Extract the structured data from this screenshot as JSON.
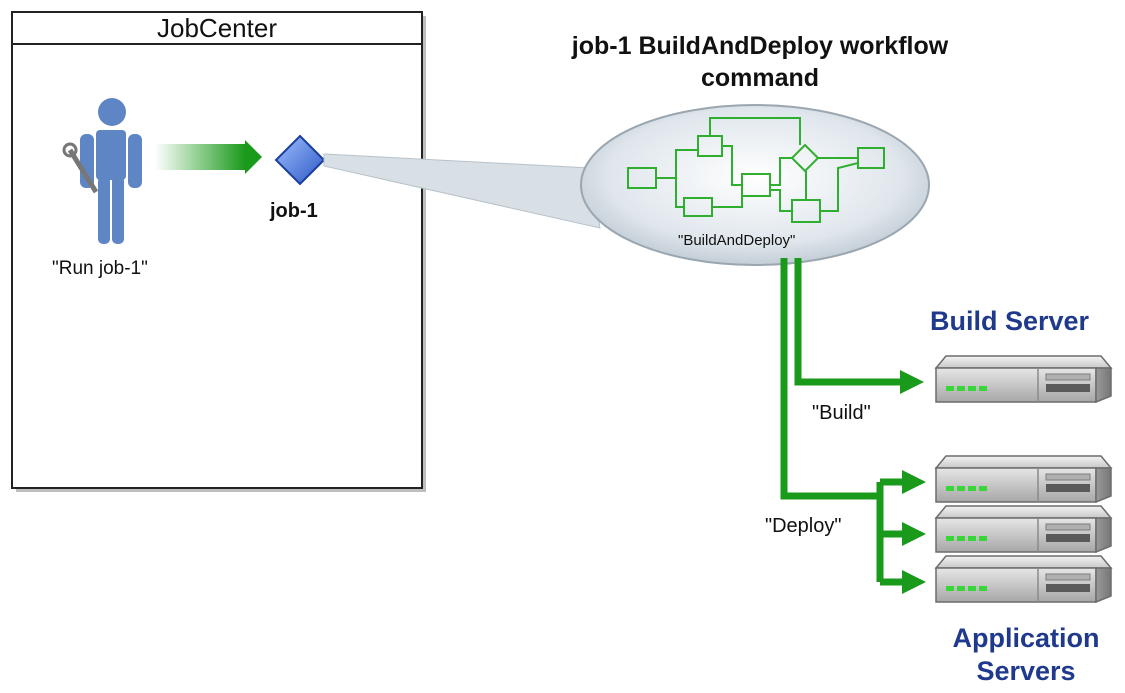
{
  "job_center": {
    "title": "JobCenter",
    "user_caption": "\"Run job-1\"",
    "job_label": "job-1"
  },
  "workflow": {
    "title": "job-1 BuildAndDeploy workflow command",
    "caption": "\"BuildAndDeploy\""
  },
  "build_server": {
    "label": "Build Server",
    "flow_label": "\"Build\""
  },
  "app_servers": {
    "label": "Application Servers",
    "flow_label": "\"Deploy\""
  },
  "colors": {
    "flow_green": "#1a9a1a",
    "server_label_blue": "#1f3a8c",
    "job_diamond_blue": "#4a78d8",
    "user_blue": "#5f86c4"
  }
}
